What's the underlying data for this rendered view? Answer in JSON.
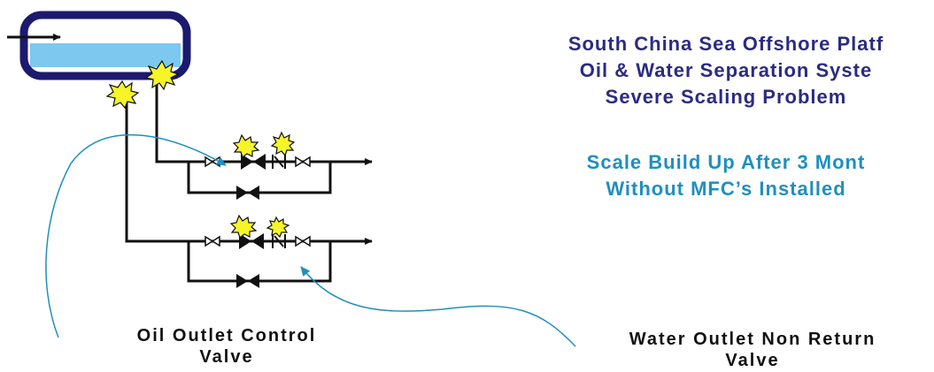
{
  "title_lines": [
    "South China Sea Offshore Platf",
    "Oil & Water Separation Syste",
    "Severe Scaling Problem"
  ],
  "subtitle_lines": [
    "Scale Build Up After 3 Mont",
    "Without MFC’s Installed"
  ],
  "callouts": {
    "oil_valve": [
      "Oil Outlet Control",
      "Valve"
    ],
    "water_valve": [
      "Water Outlet Non Return",
      "Valve"
    ]
  },
  "colors": {
    "vessel_outline": "#1c1a6e",
    "water": "#7cc8ee",
    "pipe": "#111111",
    "annotation_line": "#1f8fbf",
    "scale_burst_fill": "#f5f52a",
    "title": "#2b2b82",
    "subtitle": "#1f8fbf"
  },
  "icons": {
    "scale_marker": "scale-burst-icon",
    "control_valve": "gate-valve-icon",
    "check_valve": "non-return-valve-icon"
  }
}
